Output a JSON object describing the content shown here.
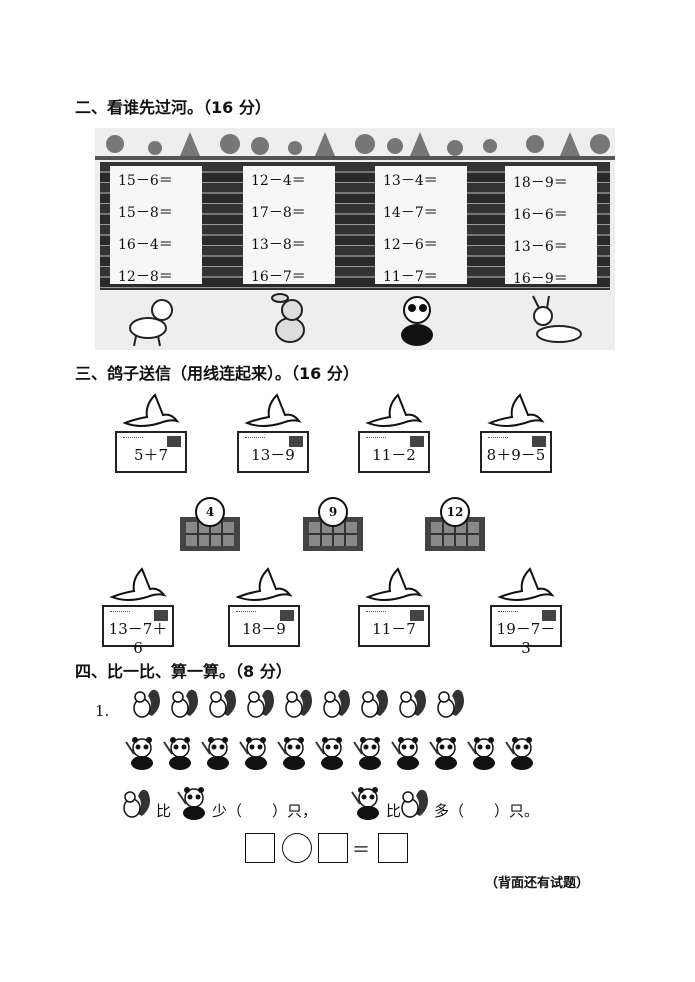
{
  "section2": {
    "title": "二、看谁先过河。（16 分）",
    "columns": [
      [
        "15－6＝",
        "15－8＝",
        "16－4＝",
        "12－8＝"
      ],
      [
        "12－4＝",
        "17－8＝",
        "13－8＝",
        "16－7＝"
      ],
      [
        "13－4＝",
        "14－7＝",
        "12－6＝",
        "11－7＝"
      ],
      [
        "18－9＝",
        "16－6＝",
        "13－6＝",
        "16－9＝"
      ]
    ],
    "animals": [
      "lamb-icon",
      "rabbit-icon",
      "panda-icon",
      "dog-icon"
    ]
  },
  "section3": {
    "title": "三、鸽子送信（用线连起来）。（16 分）",
    "top_letters": [
      "5＋7",
      "13－9",
      "11－2",
      "8＋9－5"
    ],
    "mailboxes": [
      "4",
      "9",
      "12"
    ],
    "bottom_letters": [
      "13－7＋6",
      "18－9",
      "11－7",
      "19－7－3"
    ]
  },
  "section4": {
    "title": "四、比一比、算一算。（8 分）",
    "q1": {
      "label": "1.",
      "squirrel_count": 9,
      "panda_count": 11,
      "sentence": {
        "bi1": "比",
        "shao": "少（　　）只，",
        "bi2": "比",
        "duo": "多（　　）只。"
      },
      "equals": "＝"
    }
  },
  "footer": "（背面还有试题）"
}
